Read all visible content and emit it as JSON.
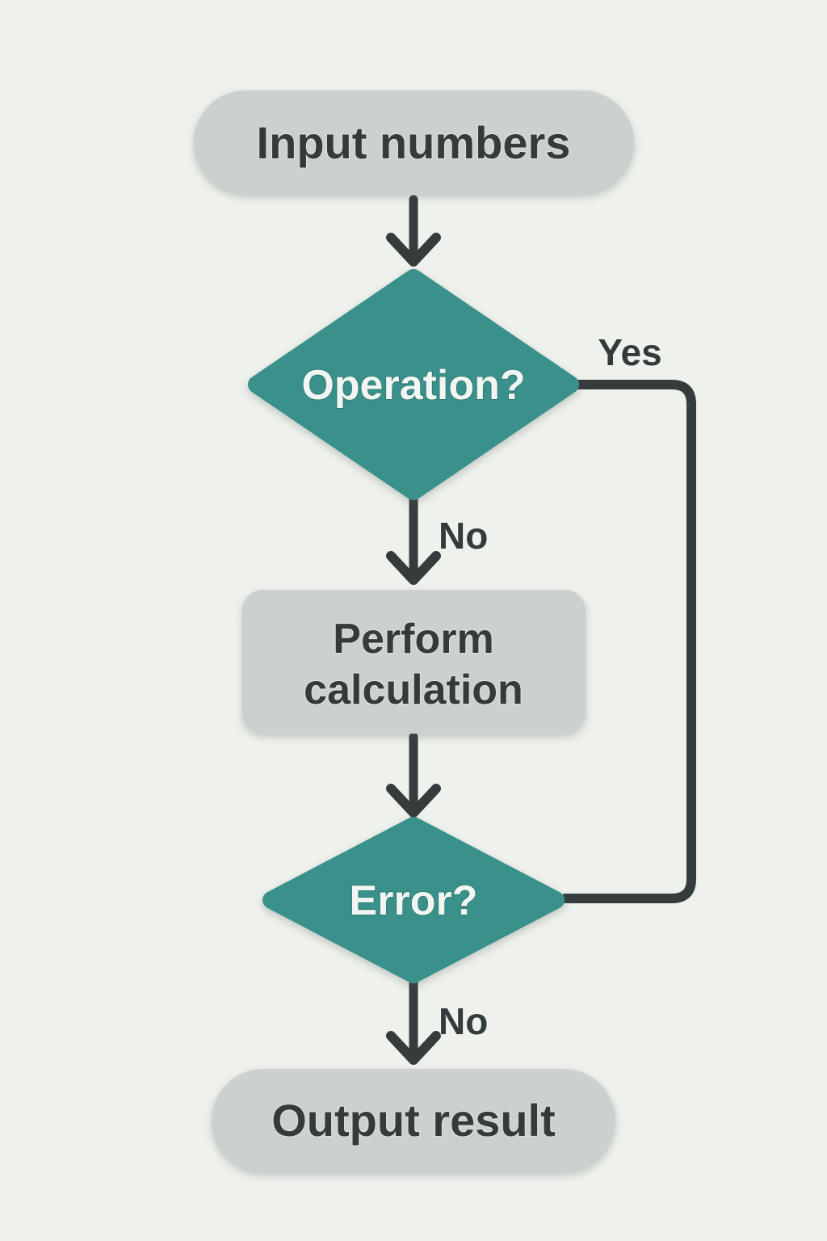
{
  "colors": {
    "background": "#eef1ec",
    "node_gray": "#ccd1cf",
    "decision_teal": "#3a918b",
    "line_dark": "#343c3c",
    "text_dark": "#333b3b",
    "text_light": "#f2f6f2"
  },
  "flowchart": {
    "nodes": [
      {
        "id": "start",
        "type": "terminator",
        "label": "Input numbers"
      },
      {
        "id": "operation",
        "type": "decision",
        "label": "Operation?"
      },
      {
        "id": "calc",
        "type": "process",
        "label": "Perform calculation",
        "lines": [
          "Perform",
          "calculation"
        ]
      },
      {
        "id": "error",
        "type": "decision",
        "label": "Error?"
      },
      {
        "id": "end",
        "type": "terminator",
        "label": "Output result"
      }
    ],
    "edges": [
      {
        "from": "start",
        "to": "operation",
        "label": ""
      },
      {
        "from": "operation",
        "to": "calc",
        "label": "No"
      },
      {
        "from": "operation",
        "to": "error",
        "label": "Yes"
      },
      {
        "from": "calc",
        "to": "error",
        "label": ""
      },
      {
        "from": "error",
        "to": "end",
        "label": "No"
      }
    ]
  }
}
